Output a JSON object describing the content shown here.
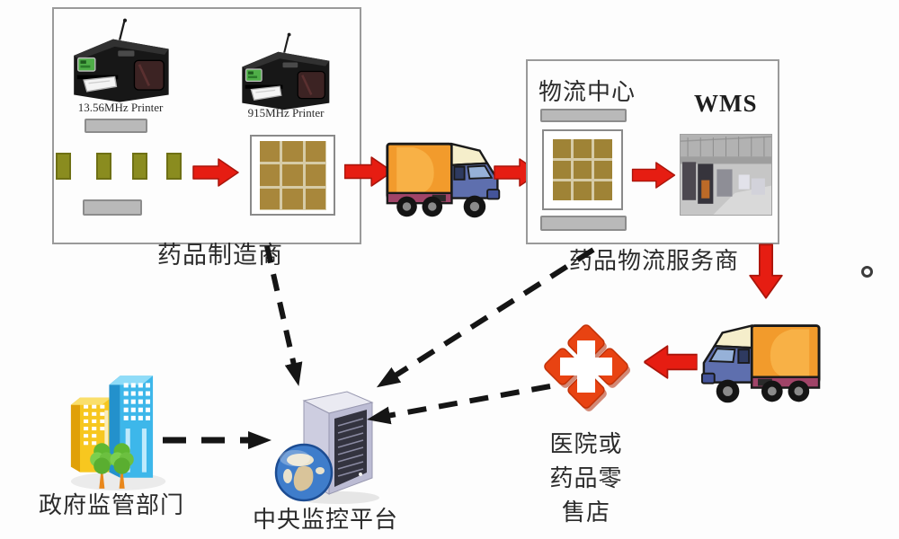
{
  "title": "RFID pharmaceutical supply chain monitoring diagram",
  "colors": {
    "background": "#fdfdfd",
    "arrow_red": "#e61d12",
    "dashed_arrow_black": "#151515",
    "box_border_gray": "#9a9a9a",
    "tag_olive": "#8a8c1f",
    "pallet_gold": "#a8873b",
    "bar_gray": "#b9b9b9",
    "hospital_red": "#e84312",
    "truck_orange": "#f29b2c",
    "label_text": "#2b2b2b"
  },
  "manufacturer": {
    "label": "药品制造商",
    "printer1_label": "13.56MHz Printer",
    "printer2_label": "915MHz Printer"
  },
  "logistics": {
    "label": "药品物流服务商",
    "center_label": "物流中心",
    "wms_label": "WMS"
  },
  "hospital": {
    "label_line1": "医院或",
    "label_line2": "药品零",
    "label_line3": "售店"
  },
  "government": {
    "label": "政府监管部门"
  },
  "platform": {
    "label": "中央监控平台"
  },
  "stray_mark": "。"
}
